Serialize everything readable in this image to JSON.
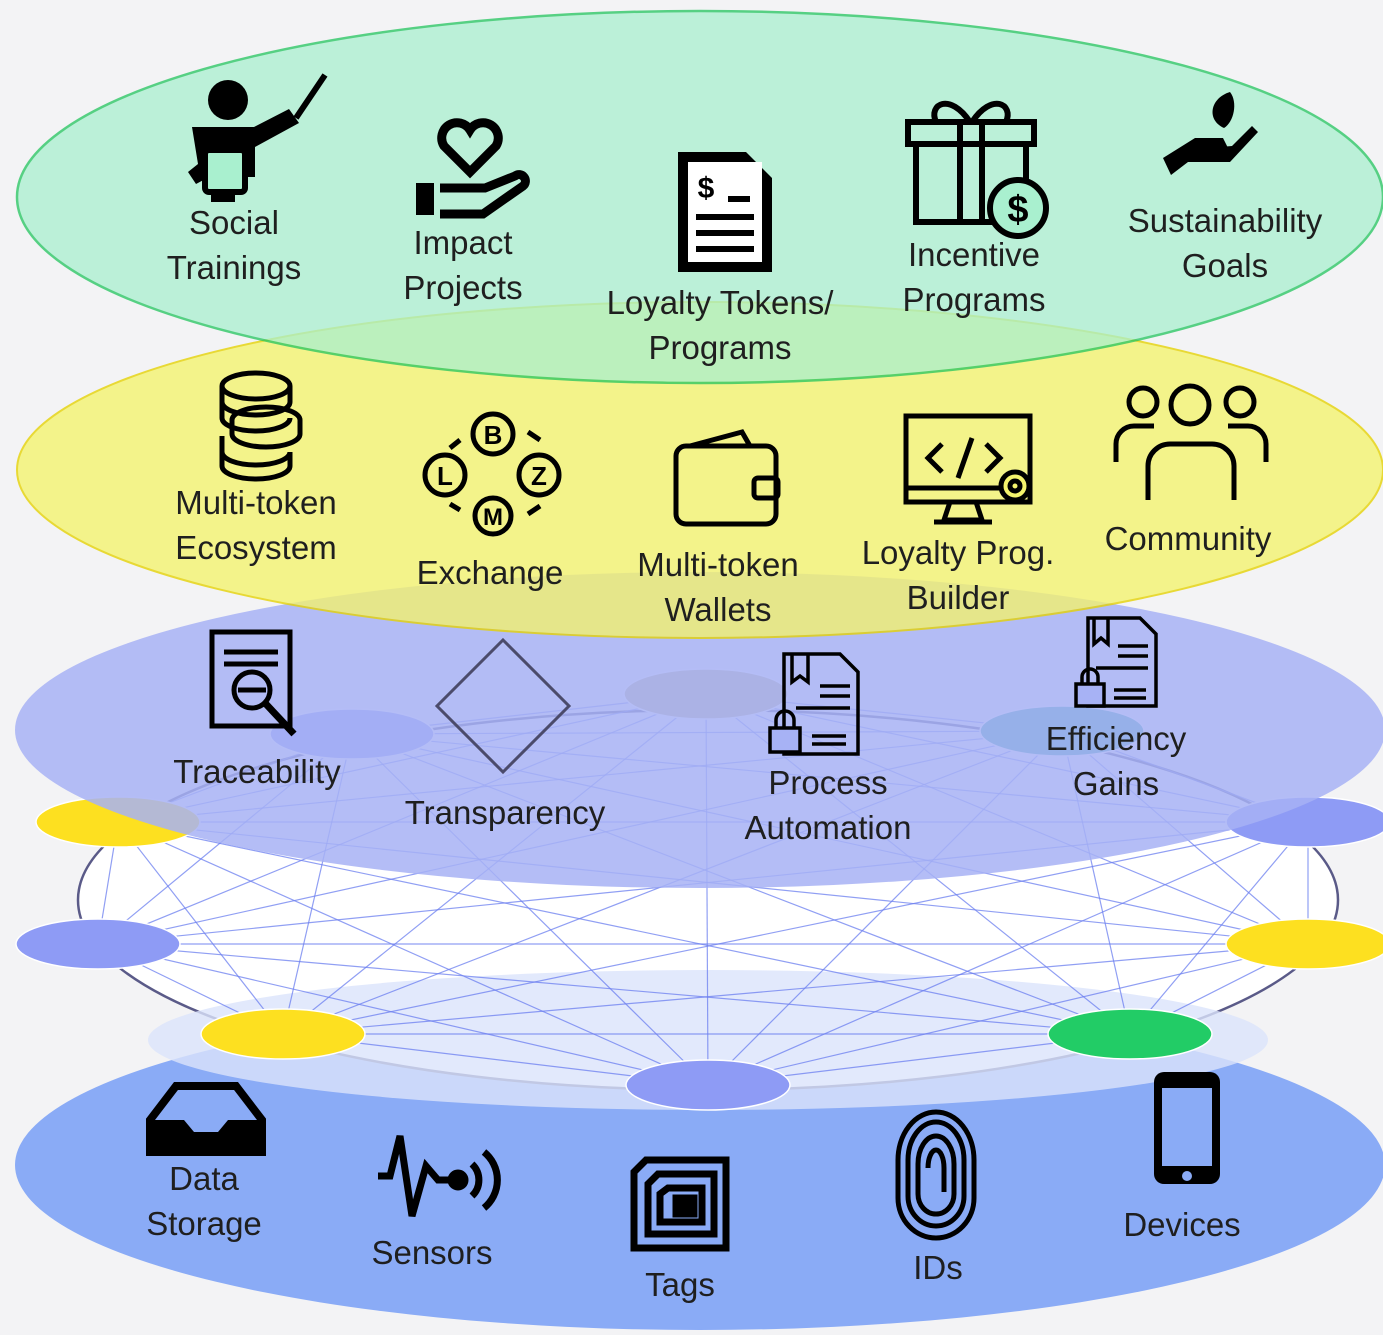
{
  "colors": {
    "background": "#f3f3f5",
    "top_layer": "#a9f0cf",
    "top_layer_border": "#22c55e",
    "yellow_layer": "#f4f36d",
    "yellow_layer_border": "#e6d200",
    "purple_layer": "#a7b2f5",
    "network_ring": "#ffffff",
    "bottom_layer": "#8aabf6",
    "node_yellow": "#fde020",
    "node_purple": "#8e9bf5",
    "node_green": "#22cc66",
    "node_olive": "#bfb28a",
    "node_teal": "#3aa6a6",
    "edge": "#6c7ff0",
    "icon": "#000000",
    "text": "#1f1f1f"
  },
  "layers": {
    "engagement": {
      "items": [
        {
          "icon": "teacher-pointer-icon",
          "lines": [
            "Social",
            "Trainings"
          ]
        },
        {
          "icon": "hand-heart-icon",
          "lines": [
            "Impact",
            "Projects"
          ]
        },
        {
          "icon": "dollar-document-icon",
          "lines": [
            "Loyalty Tokens/",
            "Programs"
          ]
        },
        {
          "icon": "gift-dollar-icon",
          "lines": [
            "Incentive",
            "Programs"
          ]
        },
        {
          "icon": "hand-leaf-icon",
          "lines": [
            "Sustainability",
            "Goals"
          ]
        }
      ]
    },
    "tokens": {
      "items": [
        {
          "icon": "coin-stack-icon",
          "lines": [
            "Multi-token",
            "Ecosystem"
          ]
        },
        {
          "icon": "crypto-exchange-icon",
          "lines": [
            "Exchange"
          ]
        },
        {
          "icon": "wallet-icon",
          "lines": [
            "Multi-token",
            "Wallets"
          ]
        },
        {
          "icon": "code-monitor-gear-icon",
          "lines": [
            "Loyalty Prog.",
            "Builder"
          ]
        },
        {
          "icon": "community-people-icon",
          "lines": [
            "Community"
          ]
        }
      ]
    },
    "blockchain": {
      "items": [
        {
          "icon": "document-search-icon",
          "lines": [
            "Traceability"
          ]
        },
        {
          "icon": "diamond-icon",
          "lines": [
            "Transparency"
          ]
        },
        {
          "icon": "locked-contract-icon",
          "lines": [
            "Process",
            "Automation"
          ]
        },
        {
          "icon": "locked-contract-icon",
          "lines": [
            "Efficiency",
            "Gains"
          ]
        }
      ]
    },
    "devices": {
      "items": [
        {
          "icon": "inbox-tray-icon",
          "lines": [
            "Data",
            "Storage"
          ]
        },
        {
          "icon": "sensor-pulse-icon",
          "lines": [
            "Sensors"
          ]
        },
        {
          "icon": "rfid-tag-icon",
          "lines": [
            "Tags"
          ]
        },
        {
          "icon": "fingerprint-icon",
          "lines": [
            "IDs"
          ]
        },
        {
          "icon": "smartphone-icon",
          "lines": [
            "Devices"
          ]
        }
      ]
    }
  },
  "network": {
    "nodes": [
      {
        "color": "purple"
      },
      {
        "color": "olive"
      },
      {
        "color": "teal"
      },
      {
        "color": "yellow"
      },
      {
        "color": "purple"
      },
      {
        "color": "purple"
      },
      {
        "color": "yellow"
      },
      {
        "color": "yellow"
      },
      {
        "color": "green"
      },
      {
        "color": "purple"
      }
    ]
  }
}
